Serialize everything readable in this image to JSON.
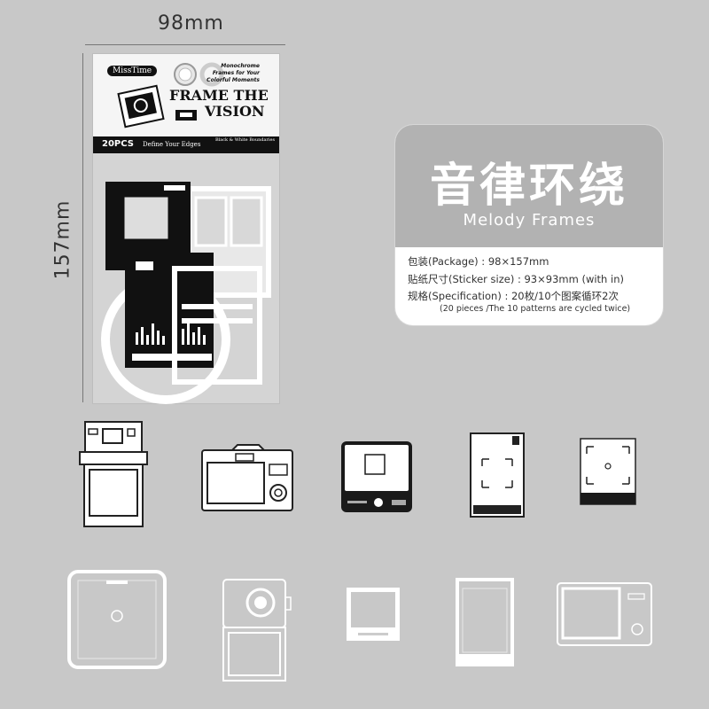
{
  "dimensions": {
    "width_label": "98mm",
    "height_label": "157mm"
  },
  "package": {
    "brand": "MissTime",
    "mini_headline": [
      "Monochrome",
      "Frames for Your",
      "Colorful Moments"
    ],
    "headline": [
      "FRAME THE",
      "VISION"
    ],
    "count_label": "20PCS",
    "tagline": "Define Your Edges",
    "small_label": "Black & White Boundaries"
  },
  "info": {
    "title_zh": "音律环绕",
    "title_en": "Melody Frames",
    "specs": [
      "包装(Package) : 98×157mm",
      "贴纸尺寸(Sticker size) : 93×93mm   (with in)",
      "规格(Specification) : 20枚/10个图案循环2次"
    ],
    "spec_note": "(20 pieces /The 10 patterns are cycled twice)"
  },
  "stickers": {
    "black_row": [
      "instant-camera-icon",
      "digital-camera-icon",
      "tv-screen-icon",
      "phone-viewfinder-icon",
      "rec-viewfinder-icon"
    ],
    "white_row": [
      "white-square-frame-icon",
      "white-vlog-camera-icon",
      "white-photo-frame-icon",
      "white-phone-frame-icon",
      "white-handheld-frame-icon"
    ]
  },
  "colors": {
    "background": "#c8c8c8",
    "title_panel": "#b2b2b2",
    "sticker_black": "#1a1a1a",
    "sticker_white": "#ffffff"
  }
}
